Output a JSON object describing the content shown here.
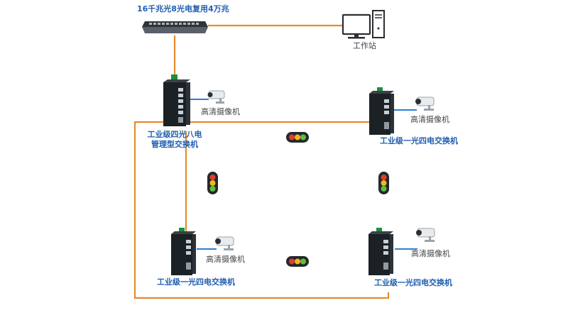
{
  "labels": {
    "multiplexer": "16千兆光8光电复用4万兆",
    "workstation": "工作站",
    "main_switch_line1": "工业级四光八电",
    "main_switch_line2": "管理型交换机",
    "switch_tr": "工业级一光四电交换机",
    "switch_bl": "工业级一光四电交换机",
    "switch_br": "工业级一光四电交换机",
    "camera_main": "高清摄像机",
    "camera_tr": "高清摄像机",
    "camera_bl": "高清摄像机",
    "camera_br": "高清摄像机"
  },
  "colors": {
    "fiber_link": "#e88a2e",
    "copper_link": "#2a7fd4",
    "label_blue": "#1f5fb0",
    "switch_body": "#1c2126",
    "traffic_red": "#e53b2c",
    "traffic_yellow": "#f2b51c",
    "traffic_green": "#5fbf3a"
  },
  "icons": [
    "rack-switch-icon",
    "desktop-computer-icon",
    "industrial-switch-icon",
    "cctv-camera-icon",
    "traffic-light-icon"
  ]
}
